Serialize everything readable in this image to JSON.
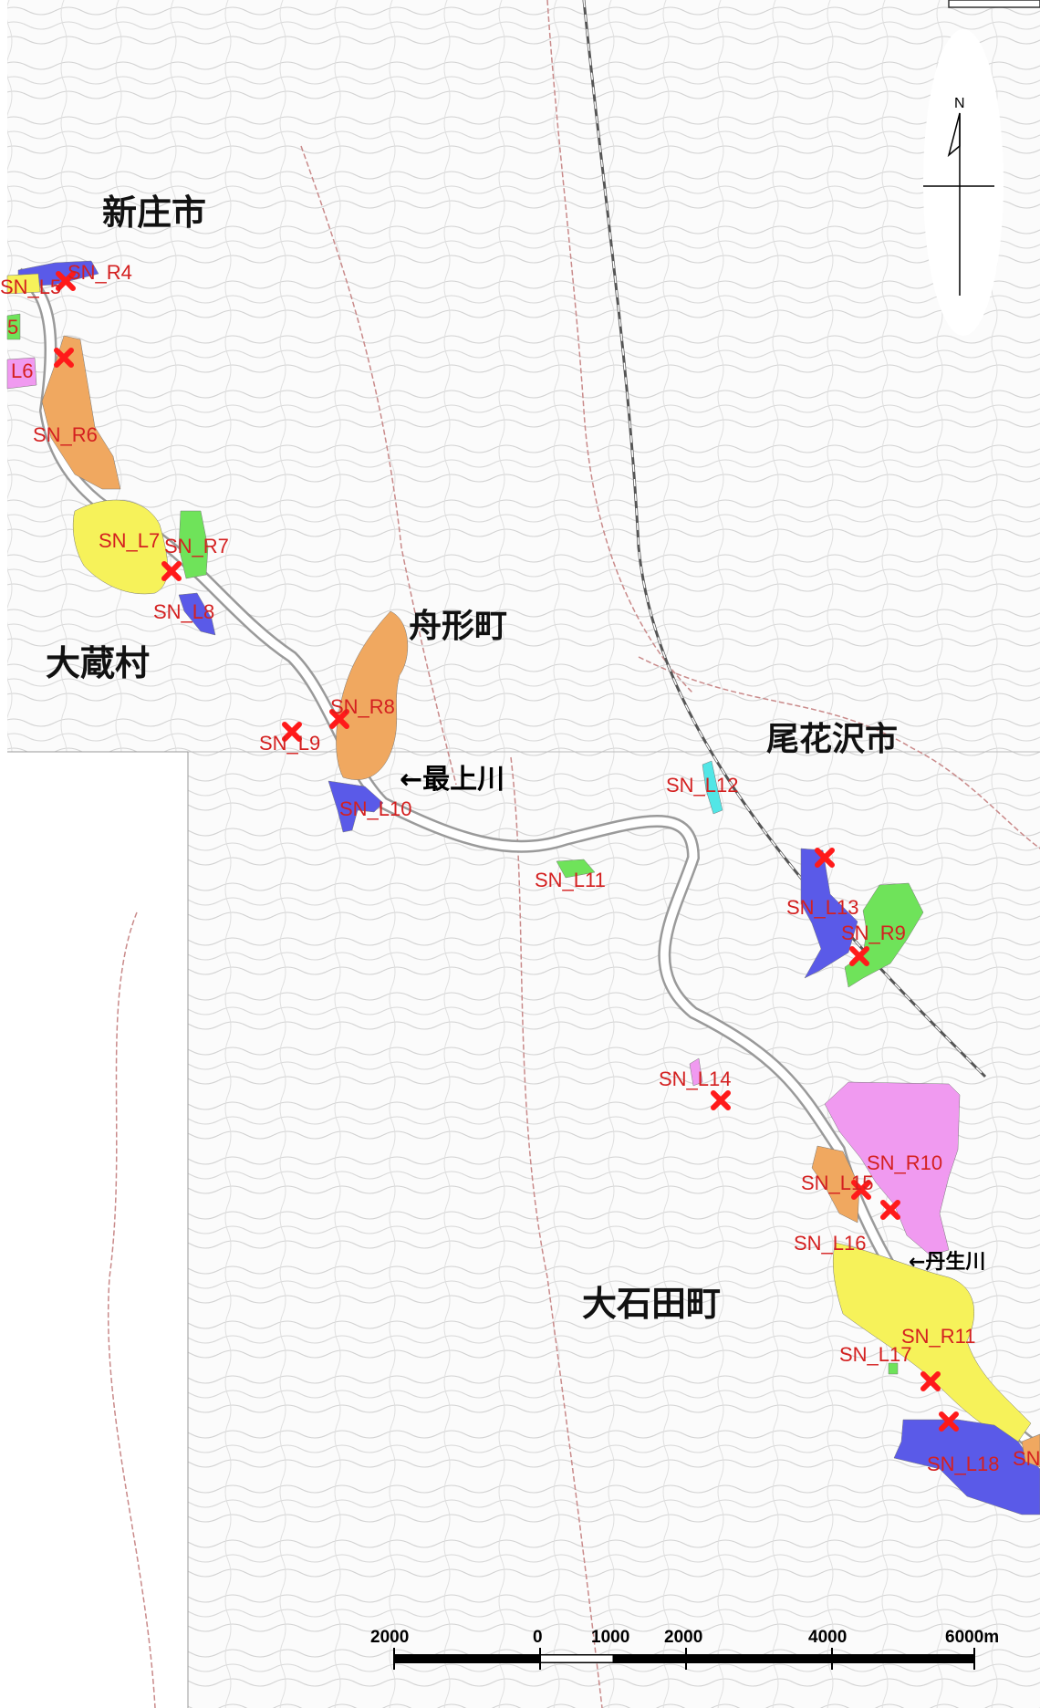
{
  "map": {
    "north_label": "N",
    "place_labels": [
      {
        "id": "shinjo",
        "text": "新庄市"
      },
      {
        "id": "okura",
        "text": "大蔵村"
      },
      {
        "id": "funagata",
        "text": "舟形町"
      },
      {
        "id": "obanazawa",
        "text": "尾花沢市"
      },
      {
        "id": "oishida",
        "text": "大石田町"
      }
    ],
    "river_labels": [
      {
        "id": "mogami",
        "text": "←最上川"
      },
      {
        "id": "nyu",
        "text": "←丹生川"
      }
    ],
    "site_labels": [
      {
        "id": "l5",
        "text": "SN_L5"
      },
      {
        "id": "r4",
        "text": "SN_R4"
      },
      {
        "id": "s5",
        "text": "5"
      },
      {
        "id": "l6",
        "text": "L6"
      },
      {
        "id": "r6",
        "text": "SN_R6"
      },
      {
        "id": "l7",
        "text": "SN_L7"
      },
      {
        "id": "r7",
        "text": "SN_R7"
      },
      {
        "id": "l8",
        "text": "SN_L8"
      },
      {
        "id": "r8",
        "text": "SN_R8"
      },
      {
        "id": "l9",
        "text": "SN_L9"
      },
      {
        "id": "l10",
        "text": "SN_L10"
      },
      {
        "id": "l11",
        "text": "SN_L11"
      },
      {
        "id": "l12",
        "text": "SN_L12"
      },
      {
        "id": "l13",
        "text": "SN_L13"
      },
      {
        "id": "r9",
        "text": "SN_R9"
      },
      {
        "id": "l14",
        "text": "SN_L14"
      },
      {
        "id": "r10",
        "text": "SN_R10"
      },
      {
        "id": "l15",
        "text": "SN_L15"
      },
      {
        "id": "l16",
        "text": "SN_L16"
      },
      {
        "id": "r11",
        "text": "SN_R11"
      },
      {
        "id": "l17",
        "text": "SN_L17"
      },
      {
        "id": "l18",
        "text": "SN_L18"
      },
      {
        "id": "sn",
        "text": "SN"
      }
    ],
    "scale_bar": {
      "labels": [
        "2000",
        "0",
        "1000",
        "2000",
        "4000",
        "6000m"
      ]
    },
    "zone_colors": {
      "orange": "#f0a860",
      "yellow": "#f6f25a",
      "green": "#6fe35a",
      "blue": "#5a5ae8",
      "pink": "#f09af0",
      "cyan": "#52e6e6",
      "marker": "#ff1a1a",
      "label": "#d42020"
    }
  }
}
